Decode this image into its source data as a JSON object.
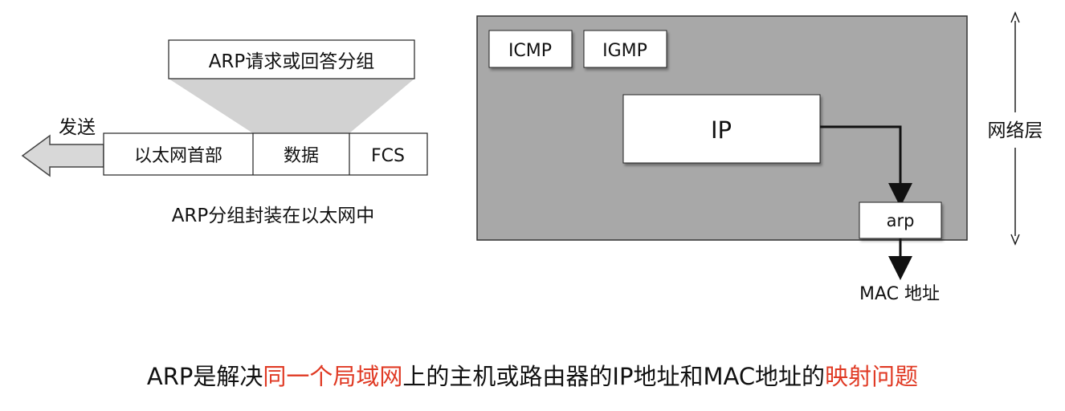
{
  "left": {
    "packet_label": "ARP请求或回答分组",
    "send_label": "发送",
    "frame_fields": [
      "以太网首部",
      "数据",
      "FCS"
    ],
    "caption": "ARP分组封装在以太网中"
  },
  "right": {
    "protocols": [
      "ICMP",
      "IGMP"
    ],
    "ip_label": "IP",
    "arp_label": "arp",
    "mac_label": "MAC 地址",
    "layer_label": "网络层"
  },
  "bottom_caption": {
    "part1": "ARP是解决",
    "part2": "同一个局域网",
    "part3": "上的主机或路由器的IP地址和MAC地址的",
    "part4": "映射问题"
  },
  "colors": {
    "highlight": "#e03a24",
    "layer_fill": "#a8a8a8",
    "funnel_fill": "#d2d2d2"
  }
}
